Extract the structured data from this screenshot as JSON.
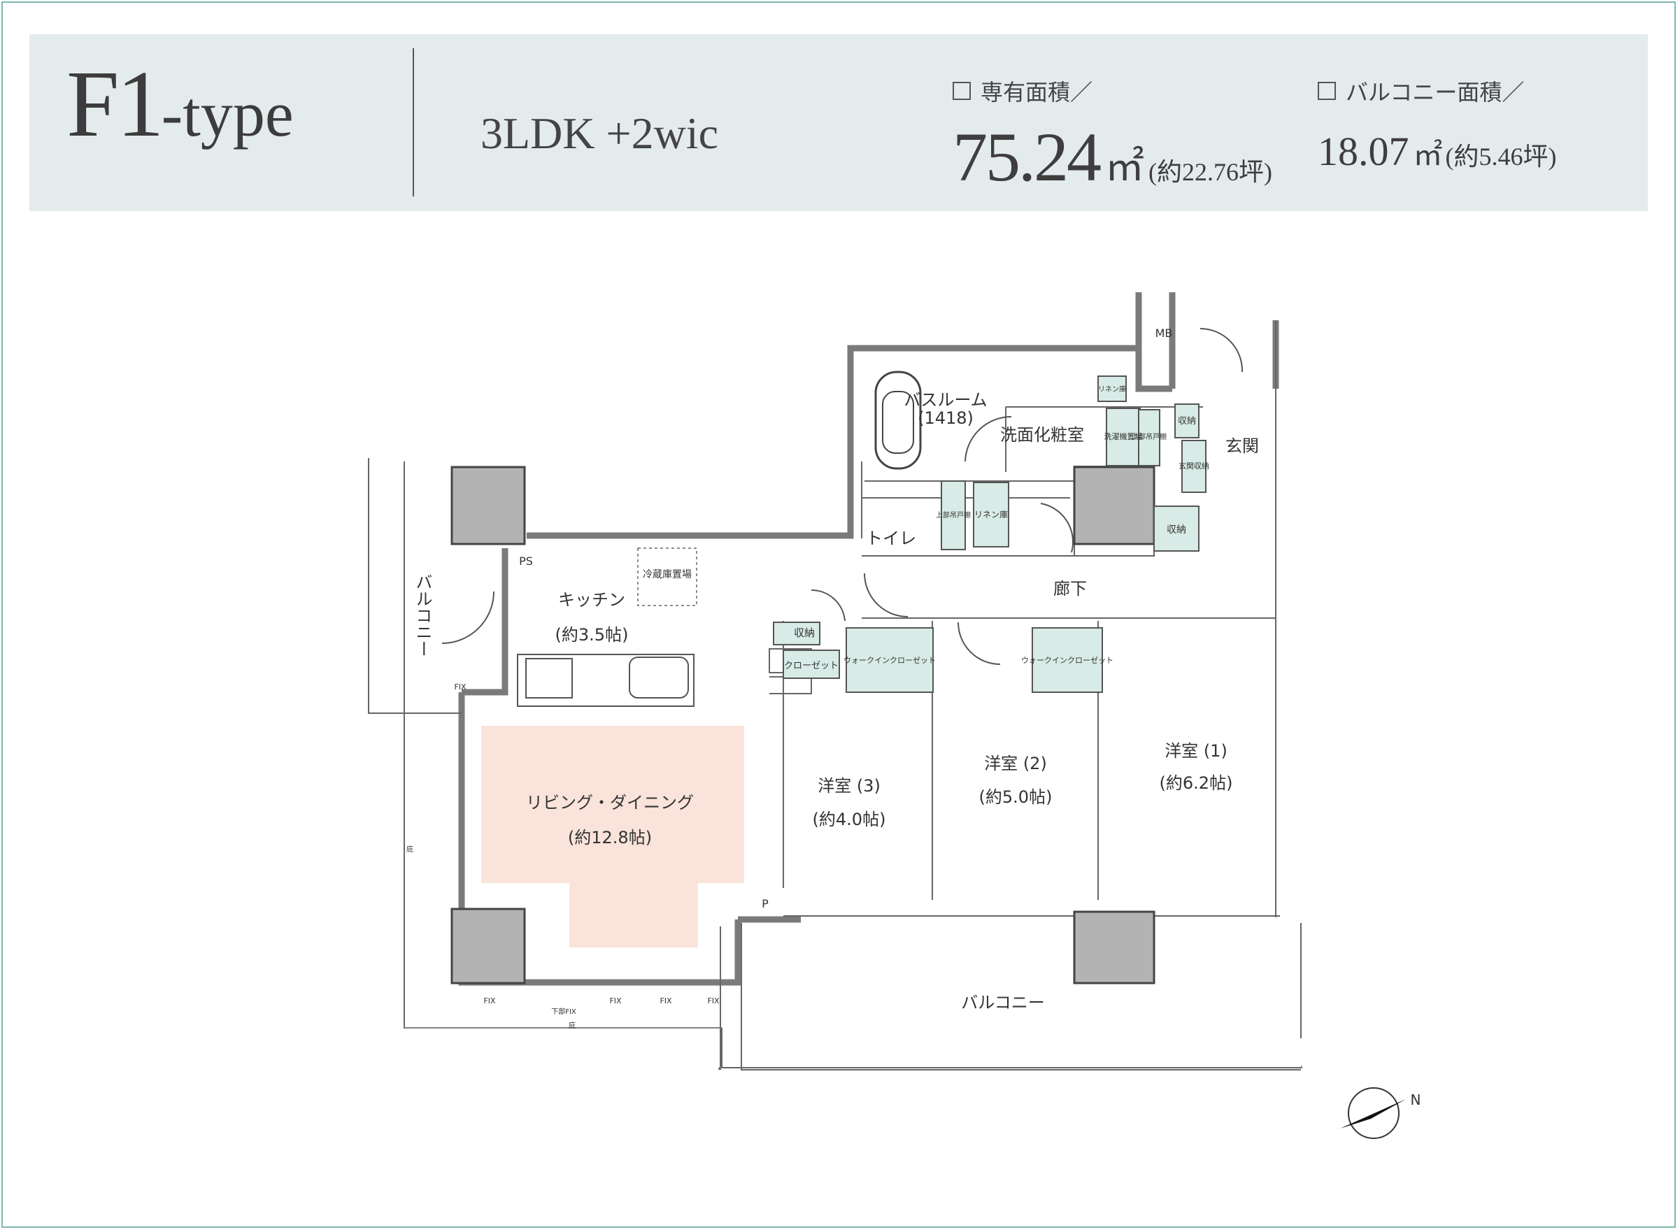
{
  "header": {
    "type_name": "F1",
    "type_suffix": "-type",
    "layout": "3LDK +2wic",
    "exclusive_area": {
      "label": "専有面積／",
      "value": "75.24",
      "unit": "㎡",
      "tsubo": "(約22.76坪)"
    },
    "balcony_area": {
      "label": "バルコニー面積／",
      "value": "18.07",
      "unit": "㎡",
      "tsubo": "(約5.46坪)"
    }
  },
  "rooms": {
    "living": {
      "name": "リビング・ダイニング",
      "size": "(約12.8帖)"
    },
    "kitchen": {
      "name": "キッチン",
      "size": "(約3.5帖)"
    },
    "room1": {
      "name": "洋室 (1)",
      "size": "(約6.2帖)"
    },
    "room2": {
      "name": "洋室 (2)",
      "size": "(約5.0帖)"
    },
    "room3": {
      "name": "洋室 (3)",
      "size": "(約4.0帖)"
    },
    "bathroom": {
      "name": "バスルーム",
      "size": "(1418)"
    },
    "washroom": "洗面化粧室",
    "toilet": "トイレ",
    "corridor": "廊下",
    "entrance": "玄関",
    "balcony_west": "バルコニー",
    "balcony_south": "バルコニー"
  },
  "labels": {
    "ps": "PS",
    "mb": "MB",
    "p": "P",
    "fridge": "冷蔵庫置場",
    "storage": "収納",
    "closet": "クローゼット",
    "walk_in_closet": "ウォークインクローゼット",
    "linen": "リネン庫",
    "washer": "洗濯機置場",
    "upper_shelf": "上部吊戸棚",
    "entrance_storage": "玄関収納",
    "fix": "FIX",
    "lower_fix": "下部FIX",
    "eaves": "庇"
  },
  "compass": {
    "north_label": "N"
  },
  "colors": {
    "frame": "#7eb6ad",
    "header_bg": "#e4ebed",
    "ldk_highlight": "#f9e3da",
    "storage_fill": "#d8ebe6",
    "column_fill": "#b3b3b3",
    "wall": "#7a7a7a"
  }
}
